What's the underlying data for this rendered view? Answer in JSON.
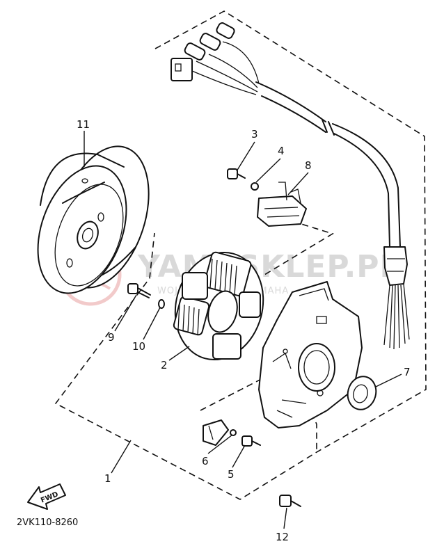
{
  "watermark": {
    "brand": "YAMASKLEP.PL",
    "tagline": "WOJOCK DEALER YAMAHA"
  },
  "diagram_code": "2VK110-8260",
  "fwd_label": "FWD",
  "callouts": {
    "c1": "1",
    "c2": "2",
    "c3": "3",
    "c4": "4",
    "c5": "5",
    "c6": "6",
    "c7": "7",
    "c8": "8",
    "c9": "9",
    "c10": "10",
    "c11": "11",
    "c12": "12"
  },
  "colors": {
    "ink": "#111111",
    "watermark": "#d9d9d9",
    "watermark_logo": "#e8a0a0"
  }
}
